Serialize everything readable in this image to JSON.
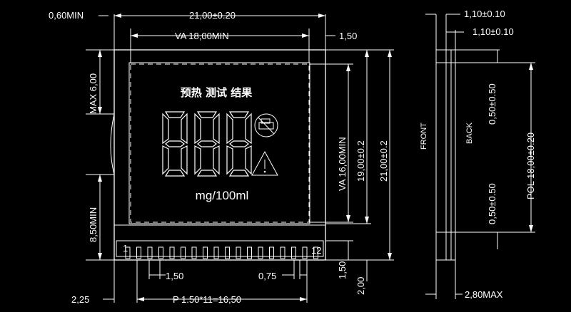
{
  "dimensions": {
    "min_left_margin": "0,60MIN",
    "overall_width": "21,00±0.20",
    "va_width": "VA 18,00MIN",
    "right_offset": "1,50",
    "max_top": "MAX 6,00",
    "min_bottom_left": "8,50MIN",
    "va_height": "VA 16,00MIN",
    "inner_height": "19,00±0.2",
    "overall_height": "21,00±0.2",
    "pin_width": "1,50",
    "pin_gap": "0,75",
    "pin_length": "1,50",
    "pin_bottom": "2,00",
    "left_edge": "2,25",
    "pitch": "P 1.50*11=16,50"
  },
  "side_view": {
    "top_1": "1,10±0.10",
    "top_2": "1,10±0.10",
    "front_label": "FRONT",
    "back_label": "BACK",
    "upper_tol": "0,50±0.50",
    "lower_tol": "0,50±0.50",
    "pol": "POL 18,00±0.20",
    "thickness": "2,80MAX"
  },
  "display": {
    "heading_chars": "预热 测试 结果",
    "unit": "mg/100ml",
    "digits": "888",
    "pin_first": "1",
    "pin_last": "12",
    "icons": [
      "no-drink-drive-icon",
      "warning-icon"
    ]
  }
}
